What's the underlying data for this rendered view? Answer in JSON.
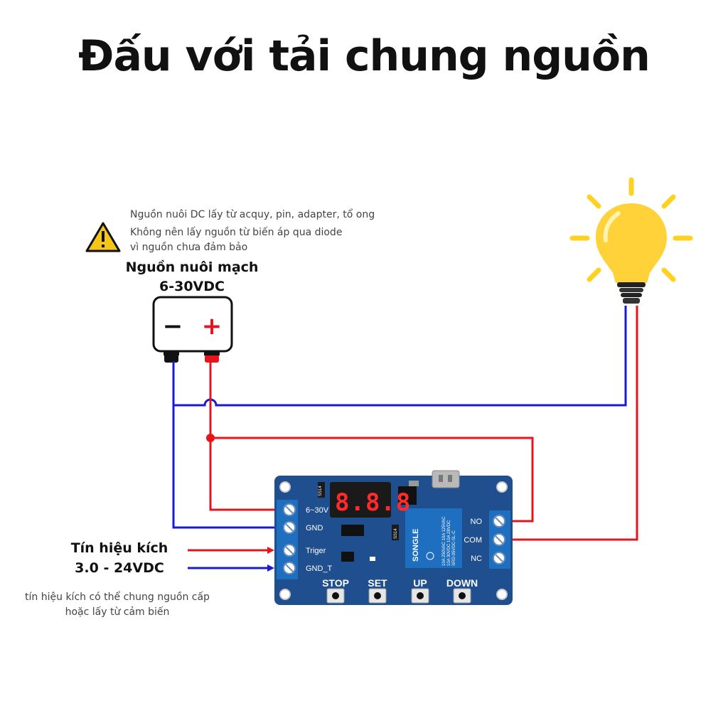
{
  "title": "Đấu với tải chung nguồn",
  "power_note": {
    "line1": "Nguồn nuôi DC lấy từ acquy, pin, adapter, tổ ong",
    "line2": "Không nên lấy nguồn từ biến áp qua diode",
    "line3": "vì nguồn chưa đảm bảo"
  },
  "power_supply": {
    "title": "Nguồn nuôi mạch",
    "voltage": "6-30VDC",
    "minus": "−",
    "plus": "+"
  },
  "trigger": {
    "title": "Tín hiệu kích",
    "voltage": "3.0 - 24VDC",
    "note_line1": "tín hiệu kích có thể chung nguồn cấp",
    "note_line2": "hoặc lấy từ cảm biến"
  },
  "board": {
    "terminals_left": [
      "6~30V",
      "GND",
      "Triger",
      "GND_T"
    ],
    "terminals_right": [
      "NO",
      "COM",
      "NC"
    ],
    "buttons": [
      "STOP",
      "SET",
      "UP",
      "DOWN"
    ],
    "display": "8.8.8",
    "relay_brand": "SONGLE",
    "relay_model": "SRD-05VDC-SL-C",
    "relay_rating1": "10A 250VAC 10A 125VAC",
    "relay_rating2": "10A 30VDC 10A 28VDC",
    "diode1": "SS14",
    "diode2": "SS14"
  },
  "colors": {
    "wire_red": "#e8141c",
    "wire_blue": "#1a1ad1",
    "board": "#1f4f8f",
    "terminal": "#1e6fc0",
    "bulb": "#ffd23a",
    "rays": "#ffd21f"
  }
}
